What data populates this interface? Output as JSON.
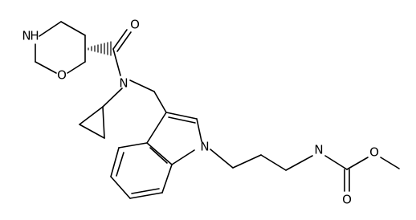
{
  "molecule": {
    "atoms": {
      "nh": "N",
      "h": "H",
      "morpholine_o": "O",
      "carbonyl_o": "O",
      "amide_n": "N",
      "indole_n": "N",
      "carbamate_nh": "N",
      "carbamate_o_dbl": "O",
      "carbamate_o_ester": "O"
    }
  }
}
